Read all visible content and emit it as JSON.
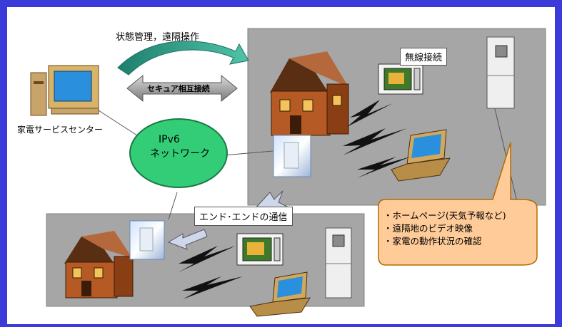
{
  "diagram": {
    "top_label": "状態管理，遠隔操作",
    "secure_label": "セキュア相互接続",
    "service_center_label": "家電サービスセンター",
    "ipv6_line1": "IPv6",
    "ipv6_line2": "ネットワーク",
    "wireless_label": "無線接続",
    "end_to_end_label": "エンド･エンドの通信",
    "callout_items": [
      "・ホームページ(天気予報など)",
      "・遠隔地のビデオ映像",
      "・家電の動作状況の確認"
    ]
  },
  "colors": {
    "frame": "#3b3bd9",
    "cloud": "#33cc77",
    "callout": "#ffcc99",
    "panel": "#a6a6a6",
    "arrow": "#2d9b8a"
  }
}
